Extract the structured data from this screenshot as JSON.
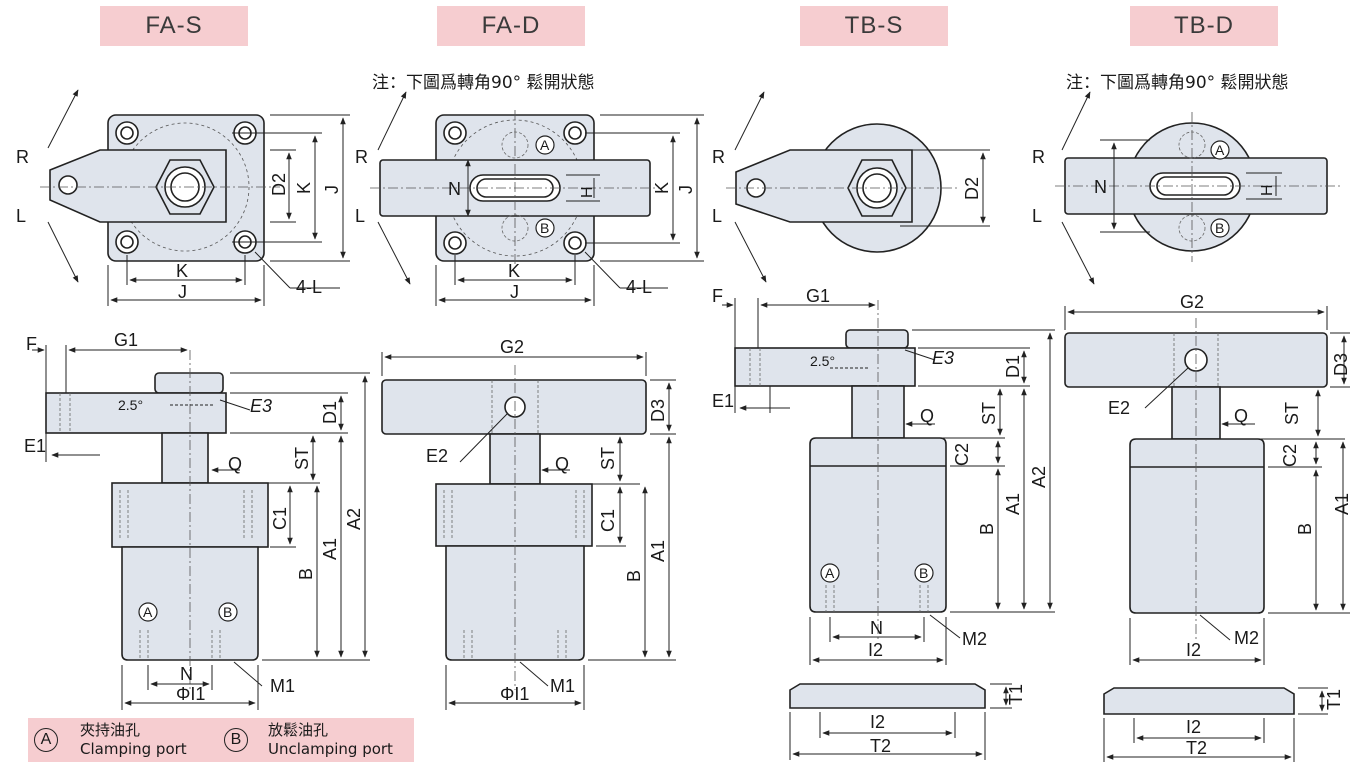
{
  "titles": {
    "fa_s": "FA-S",
    "fa_d": "FA-D",
    "tb_s": "TB-S",
    "tb_d": "TB-D"
  },
  "notes": {
    "fa_d": "注：下圖爲轉角90°  鬆開狀態",
    "tb_d": "注：下圖爲轉角90°  鬆開狀態"
  },
  "labels": {
    "R": "R",
    "L": "L",
    "K": "K",
    "J": "J",
    "D1": "D1",
    "D2": "D2",
    "D3": "D3",
    "N": "N",
    "H": "H",
    "F": "F",
    "G1": "G1",
    "G2": "G2",
    "E1": "E1",
    "E2": "E2",
    "E3": "E3",
    "angle": "2.5°",
    "Q": "Q",
    "ST": "ST",
    "C1": "C1",
    "C2": "C2",
    "A1": "A1",
    "A2": "A2",
    "B": "B",
    "M1": "M1",
    "M2": "M2",
    "I1": "ΦI1",
    "I2": "I2",
    "T1": "T1",
    "T2": "T2",
    "four_L": "4-L",
    "port_a": "A",
    "port_b": "B"
  },
  "legend": {
    "a_symbol": "A",
    "a_zh": "夾持油孔",
    "a_en": "Clamping port",
    "b_symbol": "B",
    "b_zh": "放鬆油孔",
    "b_en": "Unclamping port"
  },
  "colors": {
    "body": "#dfe4ec",
    "line": "#222222",
    "title_bg": "#f6cdd0"
  }
}
